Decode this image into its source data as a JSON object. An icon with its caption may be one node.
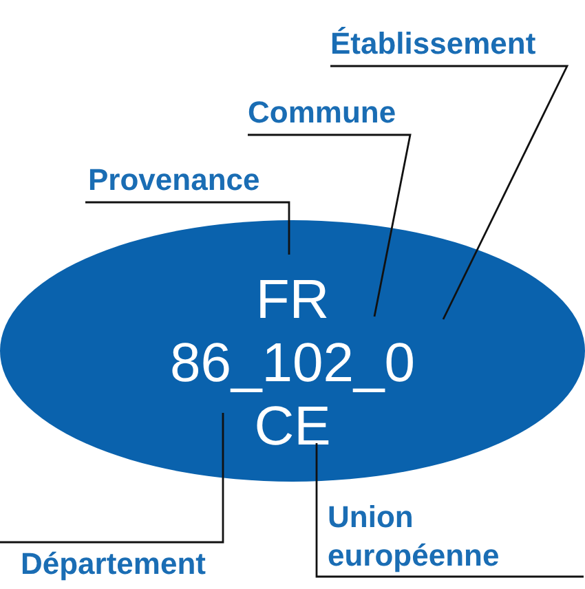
{
  "diagram": {
    "nodes": [
      {
        "text": [
          "Établissement"
        ]
      },
      {
        "text": [
          "Commune"
        ]
      },
      {
        "text": [
          "Provenance"
        ]
      },
      {
        "text": [
          "FR",
          "86_102_0",
          "CE"
        ]
      },
      {
        "text": [
          "Union européenne"
        ]
      },
      {
        "text": [
          "Département"
        ]
      }
    ],
    "edges": [
      {
        "from": 0,
        "to": 3,
        "arrow": "none"
      },
      {
        "from": 1,
        "to": 3,
        "arrow": "none"
      },
      {
        "from": 2,
        "to": 3,
        "arrow": "none"
      },
      {
        "from": 4,
        "to": 3,
        "arrow": "none"
      },
      {
        "from": 5,
        "to": 3,
        "arrow": "none"
      }
    ]
  }
}
